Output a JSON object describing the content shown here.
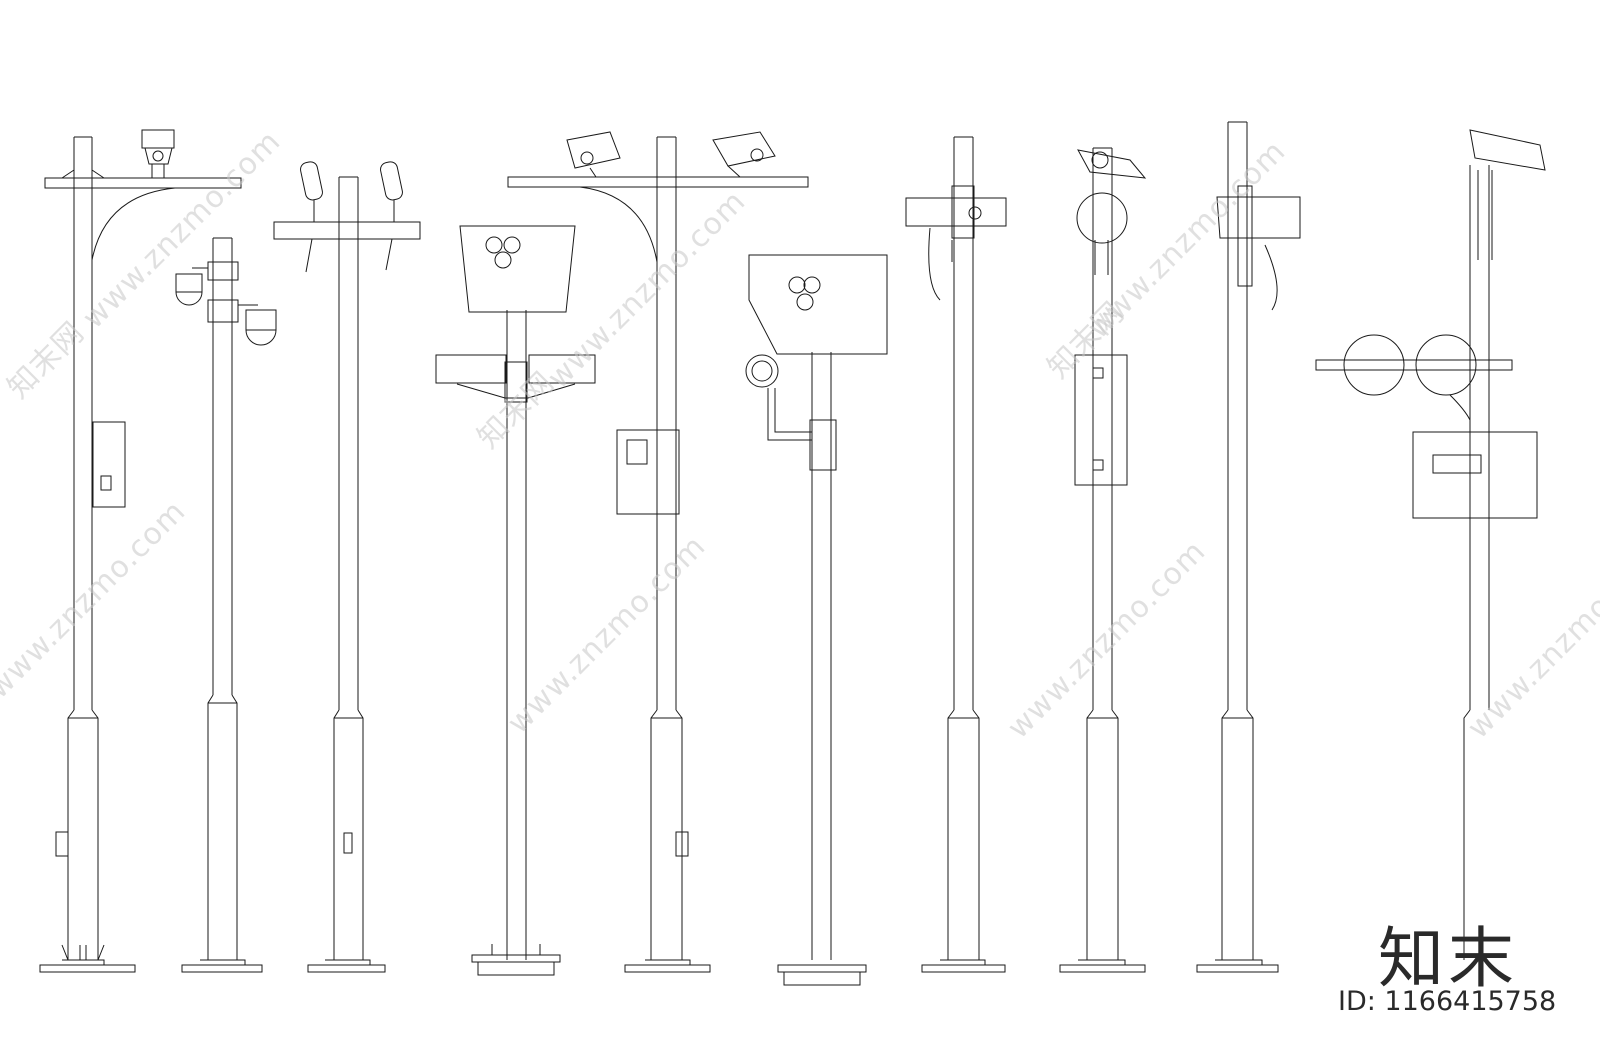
{
  "watermark": {
    "url_text": "www.znzmo.com",
    "brand_text": "知末网"
  },
  "footer": {
    "logo_text": "知末",
    "id_text": "ID: 1166415758"
  }
}
